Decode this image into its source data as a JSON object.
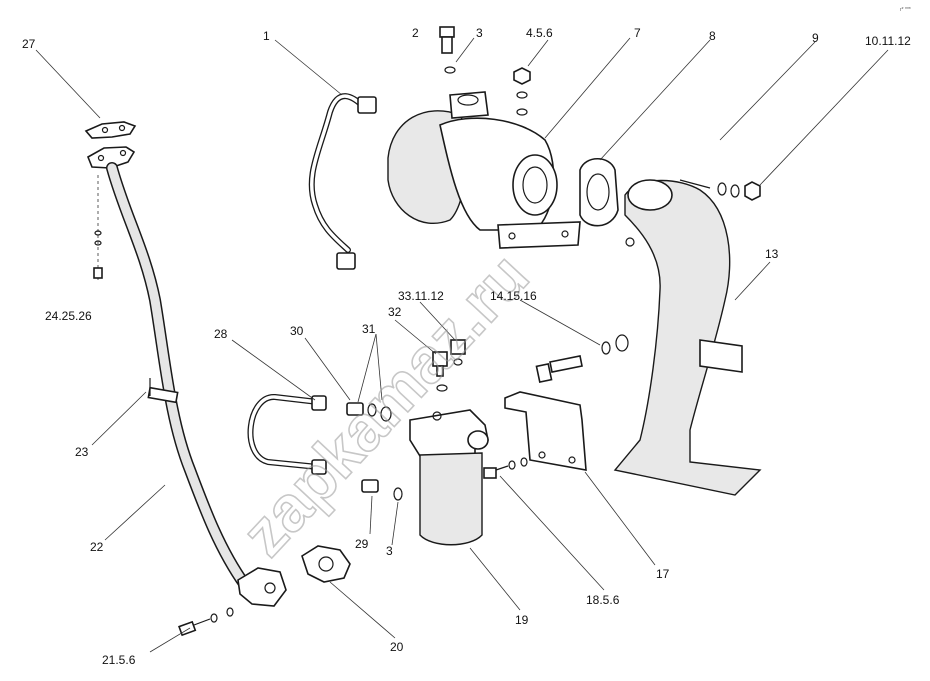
{
  "watermark": "zapkamaz.ru",
  "labels": [
    {
      "id": "l27",
      "text": "27"
    },
    {
      "id": "l1",
      "text": "1"
    },
    {
      "id": "l2",
      "text": "2"
    },
    {
      "id": "l3a",
      "text": "3"
    },
    {
      "id": "l456",
      "text": "4.5.6"
    },
    {
      "id": "l7",
      "text": "7"
    },
    {
      "id": "l8",
      "text": "8"
    },
    {
      "id": "l9",
      "text": "9"
    },
    {
      "id": "l101112",
      "text": "10.11.12"
    },
    {
      "id": "l242526",
      "text": "24.25.26"
    },
    {
      "id": "l13",
      "text": "13"
    },
    {
      "id": "l331112",
      "text": "33.11.12"
    },
    {
      "id": "l141516",
      "text": "14.15.16"
    },
    {
      "id": "l31",
      "text": "31"
    },
    {
      "id": "l32",
      "text": "32"
    },
    {
      "id": "l28",
      "text": "28"
    },
    {
      "id": "l30",
      "text": "30"
    },
    {
      "id": "l23",
      "text": "23"
    },
    {
      "id": "l22",
      "text": "22"
    },
    {
      "id": "l29",
      "text": "29"
    },
    {
      "id": "l3b",
      "text": "3"
    },
    {
      "id": "l17",
      "text": "17"
    },
    {
      "id": "l1856",
      "text": "18.5.6"
    },
    {
      "id": "l19",
      "text": "19"
    },
    {
      "id": "l20",
      "text": "20"
    },
    {
      "id": "l2156",
      "text": "21.5.6"
    }
  ],
  "corner_mark": "r* ***"
}
